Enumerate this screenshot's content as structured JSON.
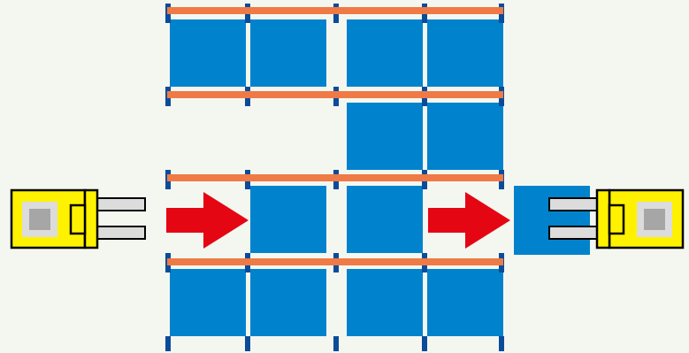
{
  "diagram": {
    "colors": {
      "background": "#f4f7f0",
      "pallet_blue": "#0083cc",
      "upright_navy": "#0a4c9a",
      "beam_orange": "#ef7a45",
      "arrow_red": "#e40613",
      "forklift_yellow": "#fff200",
      "forklift_outline": "#000000",
      "fork_gray": "#dcdcdc",
      "panel_gray": "#a6a6a6"
    },
    "rack": {
      "levels": 4,
      "bays": 4,
      "occupancy": [
        [
          1,
          1,
          1,
          1
        ],
        [
          0,
          0,
          1,
          1
        ],
        [
          0,
          1,
          1,
          0
        ],
        [
          1,
          1,
          1,
          1
        ]
      ]
    },
    "flow": [
      {
        "icon": "arrow-right-icon",
        "role": "entry"
      },
      {
        "icon": "arrow-right-icon",
        "role": "exit"
      }
    ],
    "vehicles": [
      {
        "icon": "forklift-icon",
        "side": "left",
        "facing": "right"
      },
      {
        "icon": "forklift-icon",
        "side": "right",
        "facing": "left"
      }
    ],
    "transfer_pallet": {
      "icon": "pallet-icon",
      "occupied": 1
    }
  }
}
